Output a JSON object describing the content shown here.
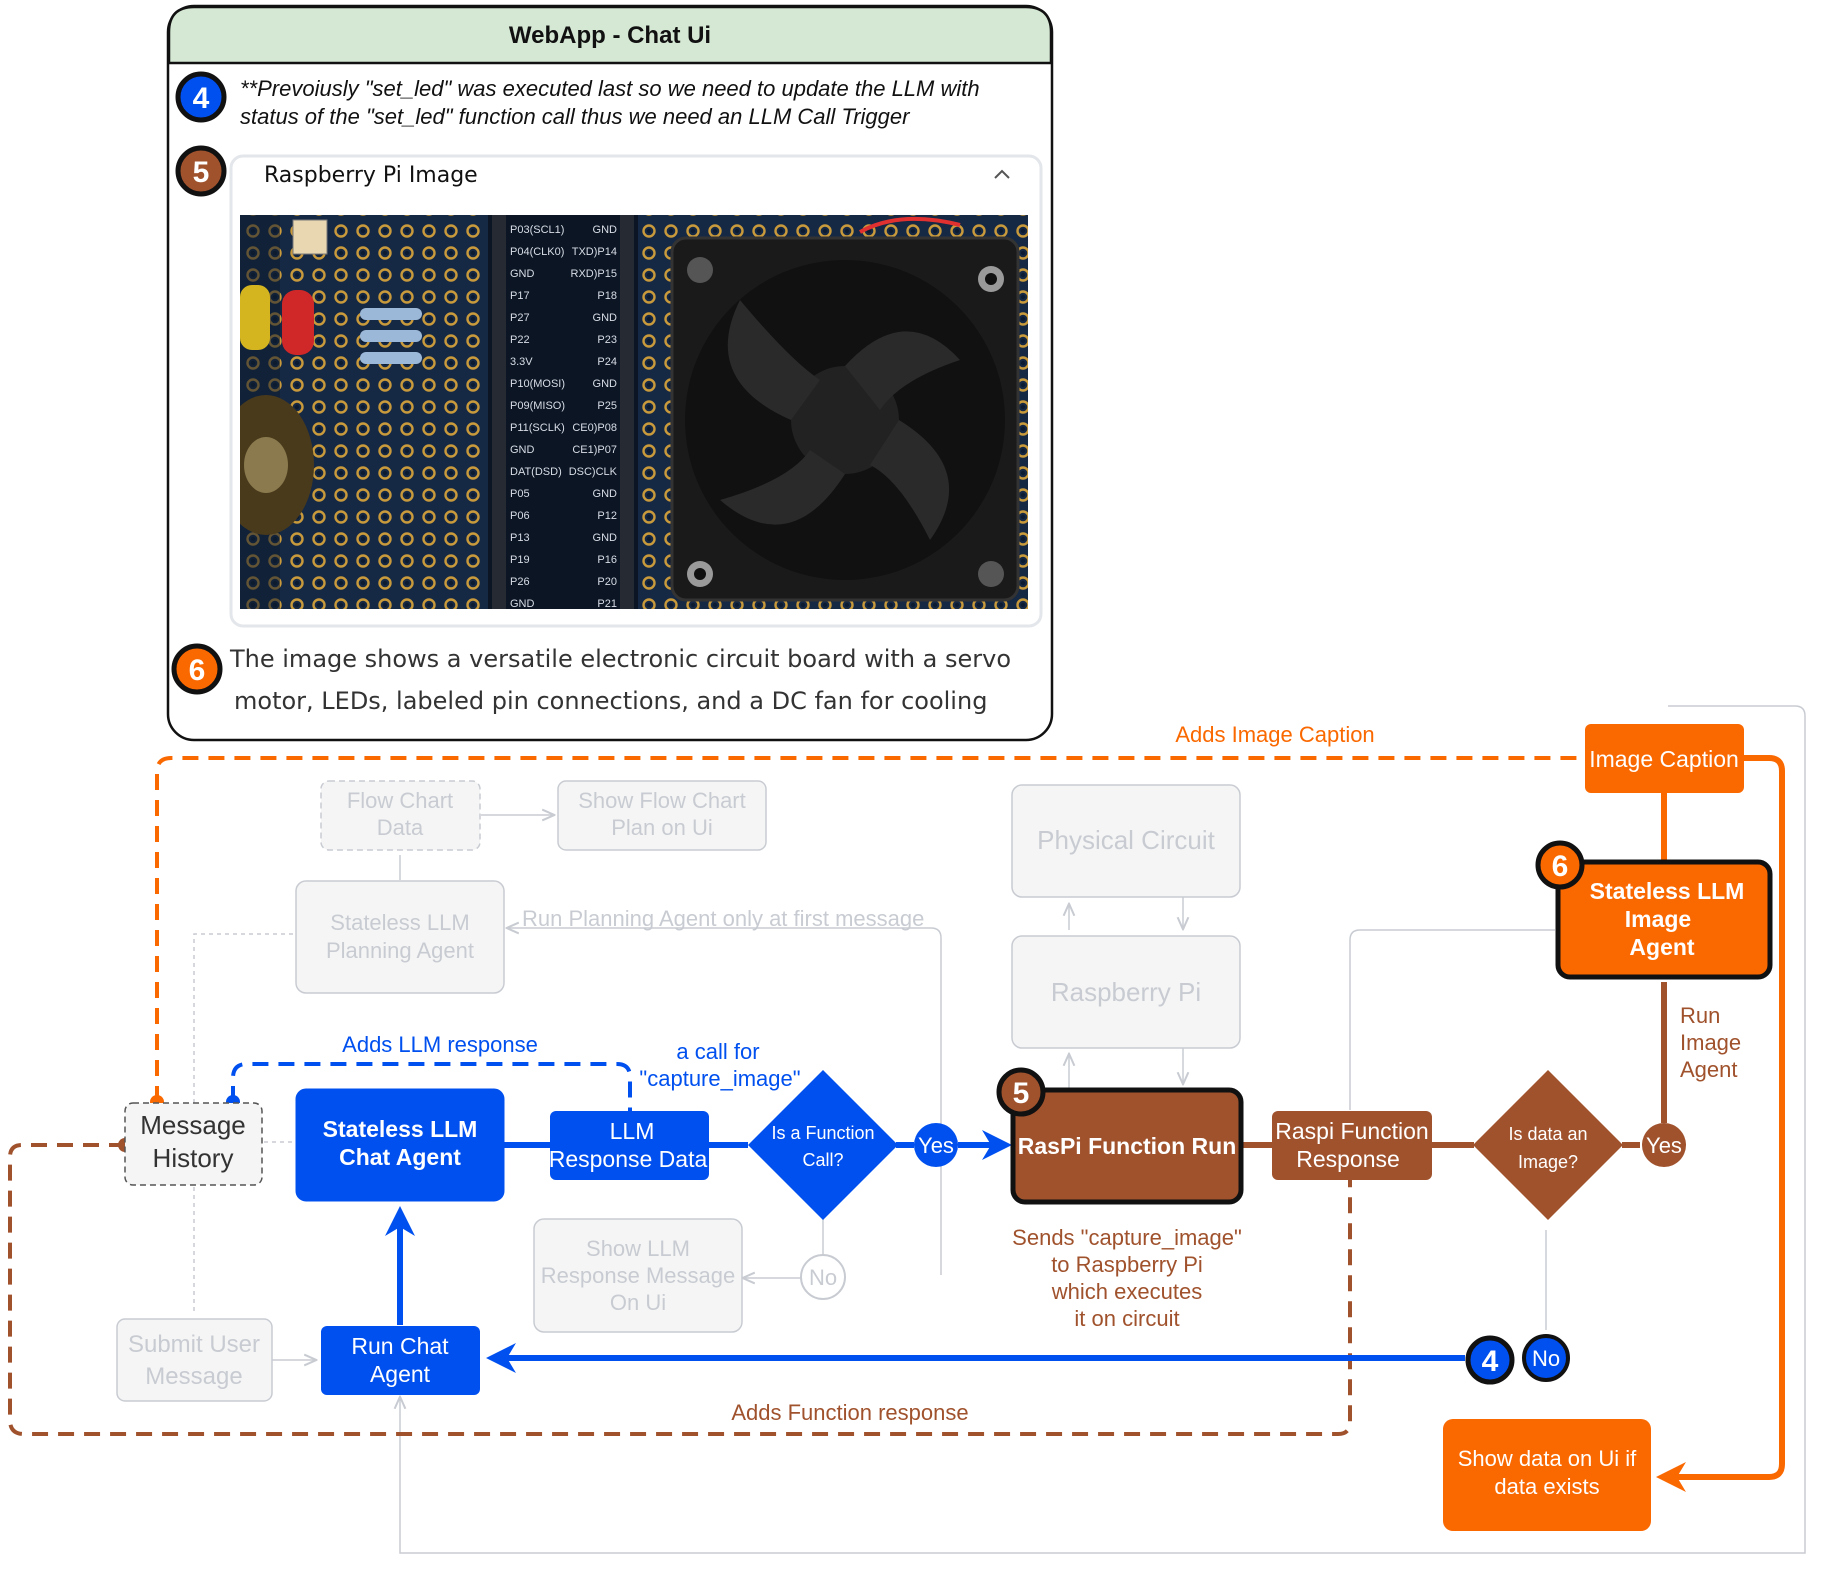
{
  "chat_ui": {
    "title": "WebApp - Chat Ui",
    "note_badge": "4",
    "note_line1": "**Prevoiusly \"set_led\" was executed last so we need to update the LLM with",
    "note_line2": "status of the \"set_led\" function call thus we need an LLM Call Trigger",
    "image_badge": "5",
    "image_card_title": "Raspberry Pi Image",
    "caption_badge": "6",
    "caption_line1": "The image shows a versatile electronic circuit board with a servo",
    "caption_line2": "motor, LEDs, labeled pin connections, and a DC fan for cooling",
    "photo_pin_labels_left": [
      "P03(SCL1)",
      "P04(CLK0)",
      "GND",
      "P17",
      "P27",
      "P22",
      "3.3V",
      "P10(MOSI)",
      "P09(MISO)",
      "P11(SCLK)",
      "GND",
      "DAT(DSD)",
      "P05",
      "P06",
      "P13",
      "P19",
      "P26",
      "GND"
    ],
    "photo_pin_labels_right": [
      "GND",
      "TXD)P14",
      "RXD)P15",
      "P18",
      "GND",
      "P23",
      "P24",
      "GND",
      "P25",
      "CE0)P08",
      "CE1)P07",
      "DSC)CLK",
      "GND",
      "P12",
      "GND",
      "P16",
      "P20",
      "P21"
    ]
  },
  "flow": {
    "faded": {
      "flow_chart_data": [
        "Flow Chart",
        "Data"
      ],
      "show_flow_chart": [
        "Show Flow Chart",
        "Plan on Ui"
      ],
      "planning_agent": [
        "Stateless LLM",
        "Planning Agent"
      ],
      "run_planning_label": "Run Planning Agent only at first message",
      "physical_circuit": "Physical Circuit",
      "raspberry_pi": "Raspberry Pi",
      "show_llm_response": [
        "Show LLM",
        "Response Message",
        "On Ui"
      ],
      "no_label": "No",
      "submit_user": [
        "Submit User",
        "Message"
      ]
    },
    "message_history": [
      "Message",
      "History"
    ],
    "chat_agent": [
      "Stateless LLM",
      "Chat Agent"
    ],
    "llm_response_data": [
      "LLM",
      "Response Data"
    ],
    "is_function_call": [
      "Is a Function",
      "Call?"
    ],
    "yes_label": "Yes",
    "call_for_label": [
      "a call for",
      "\"capture_image\""
    ],
    "adds_llm_response": "Adds LLM response",
    "raspi_function_run": "RasPi Function Run",
    "raspi_badge": "5",
    "sends_label": [
      "Sends \"capture_image\"",
      "to Raspberry Pi",
      "which executes",
      "it on circuit"
    ],
    "raspi_function_response": [
      "Raspi Function",
      "Response"
    ],
    "is_data_image": [
      "Is data an",
      "Image?"
    ],
    "yes_label_brown": "Yes",
    "run_image_agent": [
      "Run",
      "Image",
      "Agent"
    ],
    "image_agent": [
      "Stateless LLM",
      "Image",
      "Agent"
    ],
    "image_agent_badge": "6",
    "image_caption": "Image Caption",
    "adds_image_caption": "Adds Image Caption",
    "show_data": [
      "Show data on Ui if",
      "data exists"
    ],
    "no_label_blue": "No",
    "trigger_badge": "4",
    "run_chat_agent": [
      "Run Chat",
      "Agent"
    ],
    "adds_function_response": "Adds Function response"
  },
  "colors": {
    "blue": "#0050ef",
    "brown": "#a0522d",
    "orange": "#fa6800",
    "faded": "#c8ccd2",
    "header_green": "#d5e8d4"
  }
}
